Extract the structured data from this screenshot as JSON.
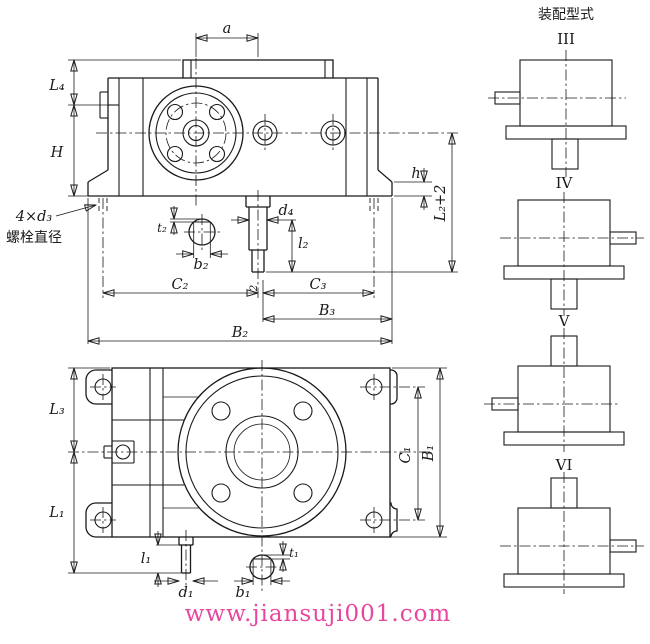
{
  "colors": {
    "line": "#1a1a1a",
    "watermark": "#e8479e",
    "background": "#ffffff"
  },
  "front_view": {
    "dims": {
      "a": "a",
      "L4": "L₄",
      "H": "H",
      "h": "h",
      "L2p2": "L₂+2",
      "bolt_callout": "4×d₃",
      "bolt_note": "螺栓直径",
      "t2": "t₂",
      "b2": "b₂",
      "d4": "d₄",
      "l2": "l₂",
      "C2": "C₂",
      "C3": "C₃",
      "gap": "2",
      "B3": "B₃",
      "B2": "B₂"
    }
  },
  "plan_view": {
    "dims": {
      "L3": "L₃",
      "L1": "L₁",
      "C1": "C₁",
      "B1": "B₁",
      "l1": "l₁",
      "d1": "d₁",
      "b1": "b₁",
      "t1": "t₁"
    }
  },
  "assembly_types": {
    "title": "装配型式",
    "labels": [
      "III",
      "IV",
      "V",
      "VI"
    ]
  },
  "watermark": "www.jiansuji001.com"
}
